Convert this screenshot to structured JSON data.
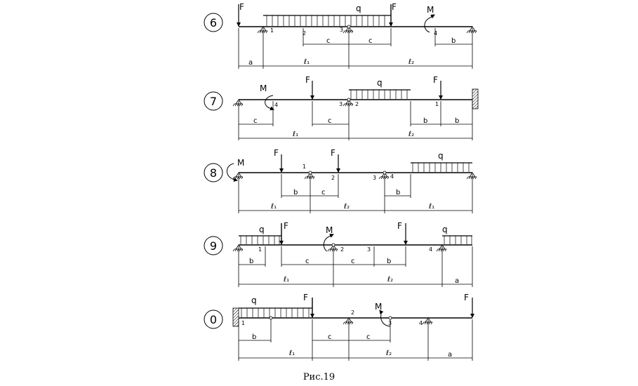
{
  "caption": "Рис.19",
  "schemes": [
    {
      "id": "6",
      "labels": {
        "F1": "F",
        "q": "q",
        "F2": "F",
        "M": "M",
        "p1": "1",
        "p2": "2",
        "p3": "3",
        "p4": "4",
        "c1": "c",
        "c2": "c",
        "b": "b",
        "a": "a",
        "l1": "ℓ₁",
        "l2": "ℓ₂"
      }
    },
    {
      "id": "7",
      "labels": {
        "M": "M",
        "F1": "F",
        "q": "q",
        "F2": "F",
        "p4": "4",
        "p3": "3",
        "p2": "2",
        "p1": "1",
        "c1": "c",
        "c2": "c",
        "b1": "b",
        "b2": "b",
        "l1": "ℓ₁",
        "l2": "ℓ₂"
      }
    },
    {
      "id": "8",
      "labels": {
        "M": "M",
        "F1": "F",
        "F2": "F",
        "q": "q",
        "p1": "1",
        "p2": "2",
        "p3": "3",
        "p4": "4",
        "b1": "b",
        "c": "c",
        "b2": "b",
        "l1": "ℓ₁",
        "l2": "ℓ₂",
        "l3": "ℓ₁"
      }
    },
    {
      "id": "9",
      "labels": {
        "q1": "q",
        "F1": "F",
        "M": "M",
        "F2": "F",
        "q2": "q",
        "p1": "1",
        "p2": "2",
        "p3": "3",
        "p4": "4",
        "b1": "b",
        "c1": "c",
        "c2": "c",
        "b2": "b",
        "l1": "ℓ₁",
        "l2": "ℓ₂",
        "a": "a"
      }
    },
    {
      "id": "0",
      "labels": {
        "q": "q",
        "F1": "F",
        "M": "M",
        "F2": "F",
        "p1": "1",
        "p2": "2",
        "p3": "3",
        "p4": "4",
        "b": "b",
        "c1": "c",
        "c2": "c",
        "l1": "ℓ₁",
        "l2": "ℓ₂",
        "a": "a"
      }
    }
  ]
}
